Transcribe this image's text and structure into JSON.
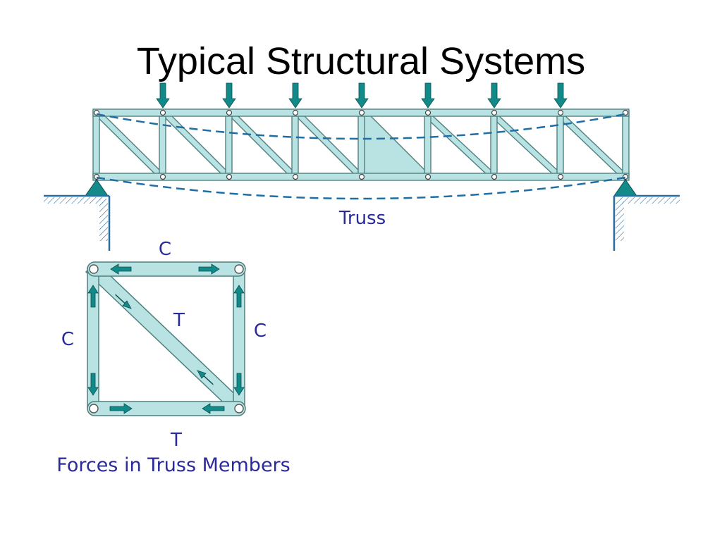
{
  "slide": {
    "title": "Typical Structural Systems"
  },
  "truss_diagram": {
    "label": "Truss"
  },
  "force_diagram": {
    "caption": "Forces in Truss Members",
    "member_labels": {
      "top": "C",
      "diagonal": "T",
      "left": "C",
      "right": "C",
      "bottom": "T"
    }
  },
  "colors": {
    "member_fill": "#b9e3e3",
    "member_stroke": "#4f8080",
    "arrow_teal": "#138a8a",
    "dash_blue": "#1f6ea6",
    "label_blue": "#2a2a9a",
    "ground_blue": "#2a6c9e"
  }
}
